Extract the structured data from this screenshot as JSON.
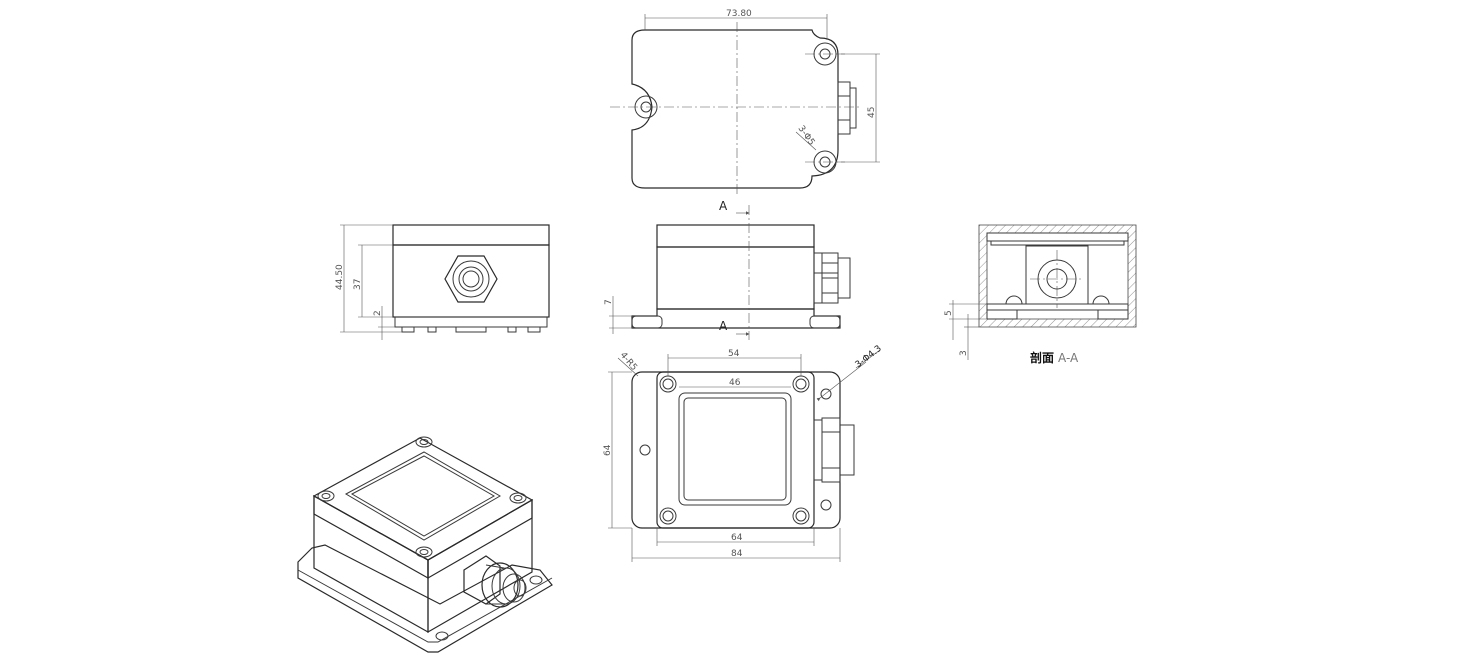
{
  "dims": {
    "top_width": "73.80",
    "top_height": "45",
    "top_hole": "3-Φ5",
    "side_overall": "44.50",
    "side_body": "37",
    "side_base": "2",
    "front_base": "7",
    "plan_outer_54": "54",
    "plan_inner_46": "46",
    "plan_height_64": "64",
    "plan_width_64": "64",
    "plan_width_84": "84",
    "plan_corner": "4-R5",
    "plan_holes": "3-Φ4.3",
    "section_5": "5",
    "section_3": "3"
  },
  "section": {
    "cut_label": "A",
    "title_cjk": "剖面",
    "title_ref": "A-A"
  }
}
